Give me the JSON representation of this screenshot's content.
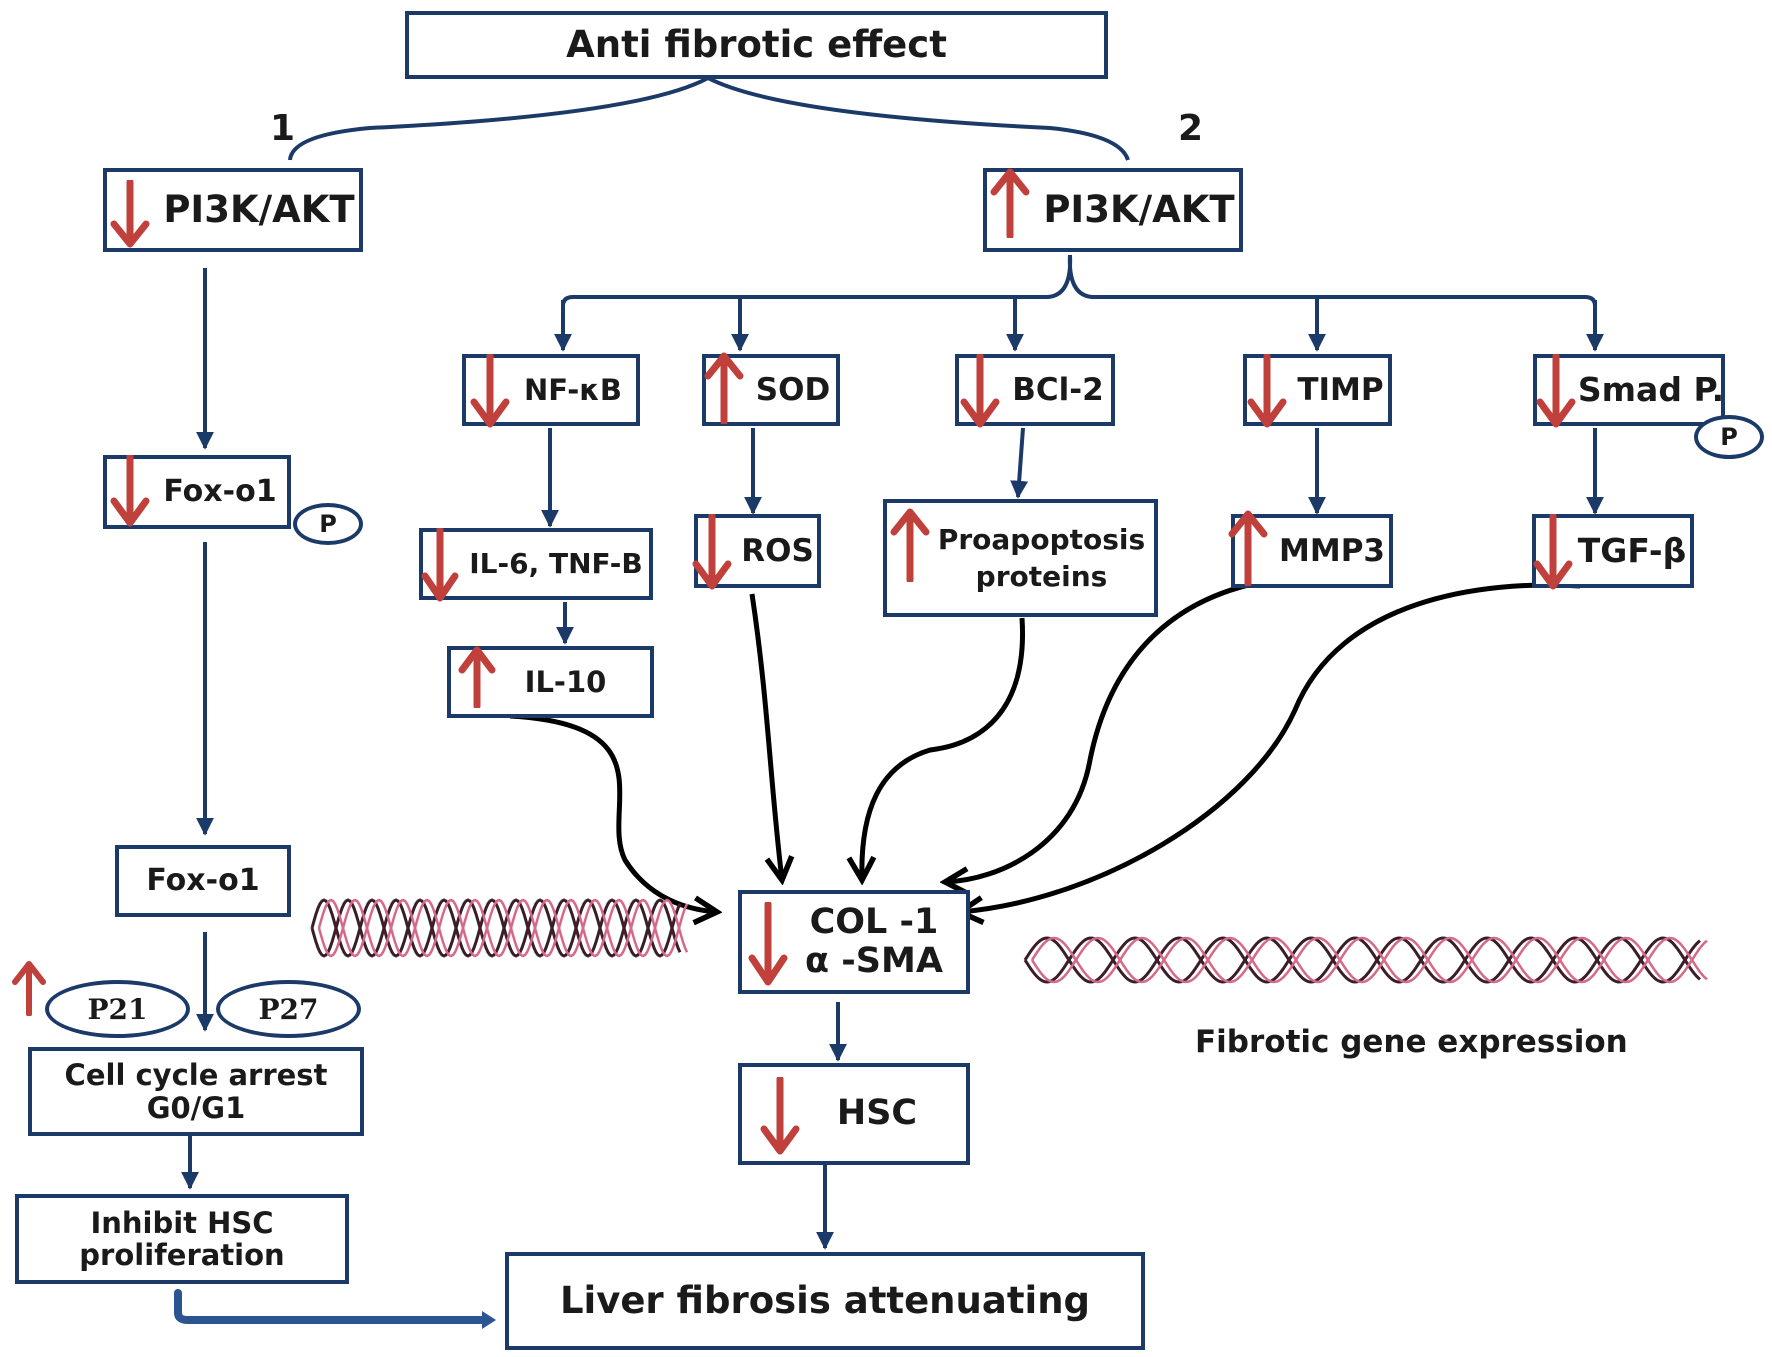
{
  "top": {
    "label": "Anti fibrotic effect"
  },
  "branches": {
    "one": "1",
    "two": "2"
  },
  "nodes": {
    "pi3k_down": "PI3K/AKT",
    "pi3k_up": "PI3K/AKT",
    "fox_p": "Fox-o1",
    "fox": "Fox-o1",
    "p21": "P21",
    "p27": "P27",
    "cell_cycle_1": "Cell cycle arrest",
    "cell_cycle_2": "G0/G1",
    "inhibit_1": "Inhibit HSC",
    "inhibit_2": "proliferation",
    "nfkb": "NF-κB",
    "sod": "SOD",
    "bcl2": "BCl-2",
    "timp": "TIMP",
    "smad": "Smad P.",
    "il6": "IL-6, TNF-B",
    "il10": "IL-10",
    "ros": "ROS",
    "proapop_1": "Proapoptosis",
    "proapop_2": "proteins",
    "mmp3": "MMP3",
    "tgf": "TGF-β",
    "col_1": "COL -1",
    "col_2": "α -SMA",
    "hsc": "HSC",
    "liver": "Liver fibrosis attenuating",
    "phospho_fox": "P",
    "phospho_smad": "P"
  },
  "caption": "Fibrotic gene expression",
  "colors": {
    "box_border": "#1c3a68",
    "connector": "#1c3a68",
    "arrow_up_down": "#c0413c",
    "curve": "#000000",
    "dna_strand": "#3a1f2a",
    "dna_accent": "#d46a86"
  },
  "icons": {
    "decrease": "red-down-arrow-icon",
    "increase": "red-up-arrow-icon",
    "dna": "dna-helix-icon"
  }
}
